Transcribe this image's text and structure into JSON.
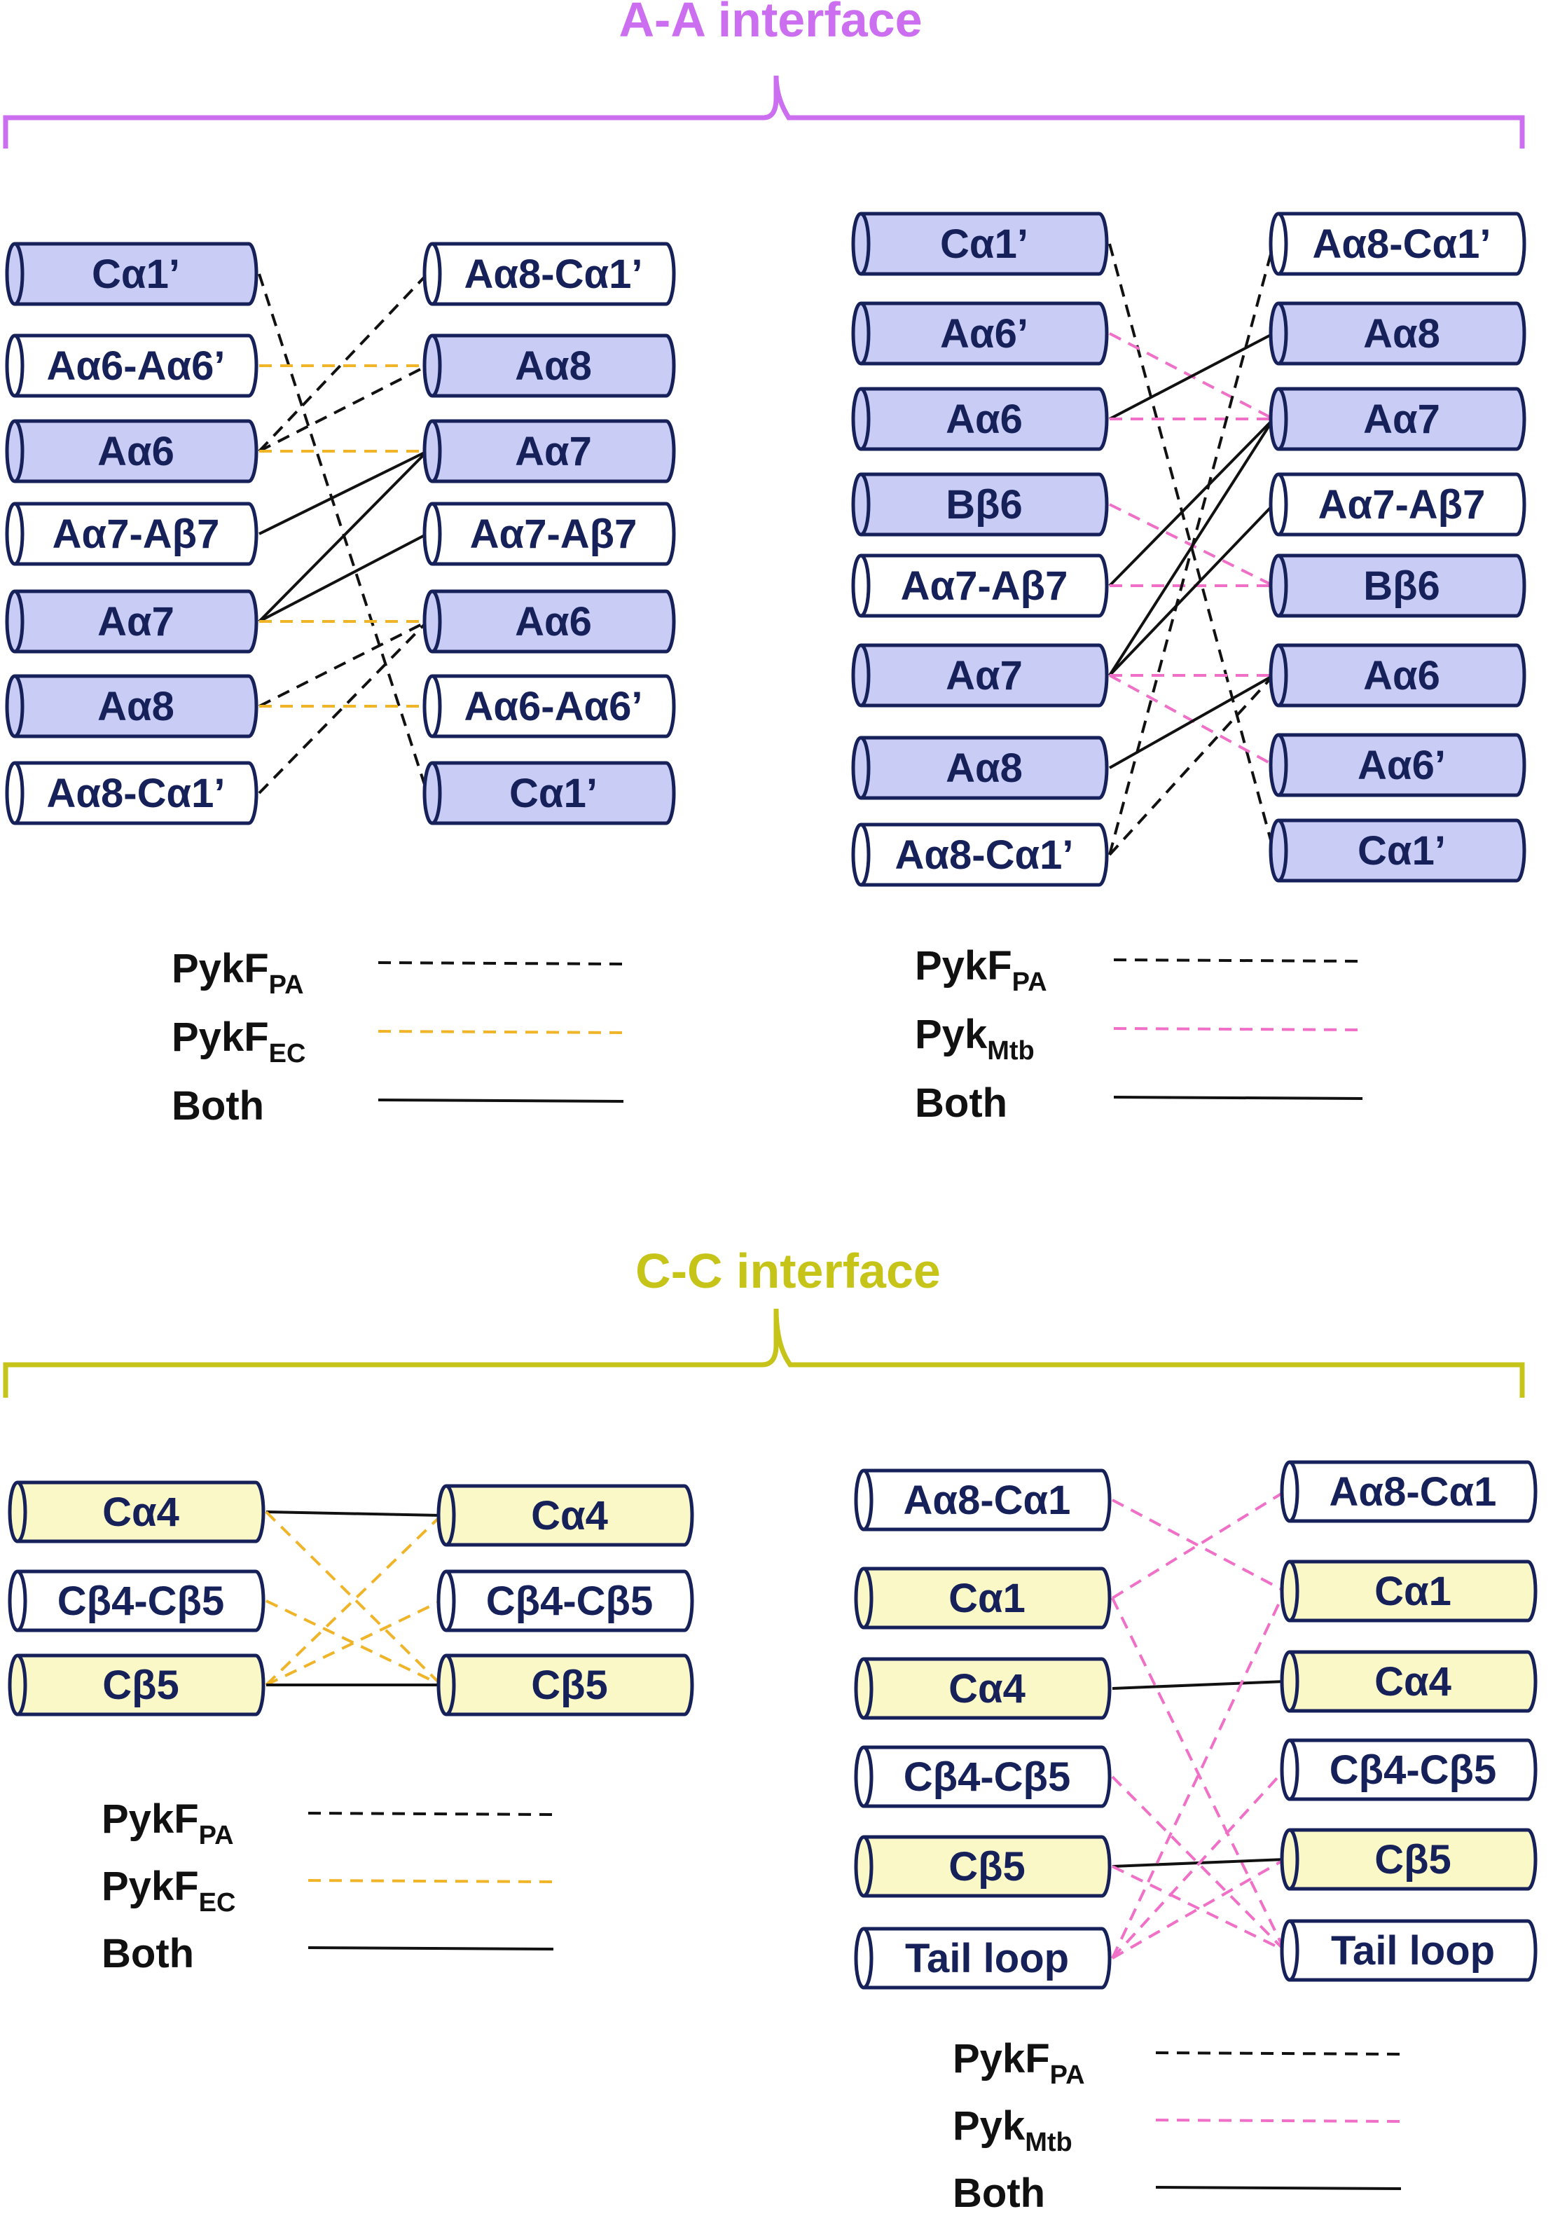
{
  "colors": {
    "navy": "#16215a",
    "aa_title": "#cc6ef0",
    "cc_title": "#c6c418",
    "fill_blue": "#c9ccf4",
    "fill_yellow": "#fbf8c8",
    "fill_white": "#ffffff",
    "line_black": "#111111",
    "line_orange": "#f0b429",
    "line_pink": "#f070c8"
  },
  "sections": {
    "aa": {
      "title": "A-A interface"
    },
    "cc": {
      "title": "C-C interface"
    }
  },
  "panels": [
    {
      "id": "aa-left",
      "left": [
        {
          "label": "Cα1’",
          "fill": "blue"
        },
        {
          "label": "Aα6-Aα6’",
          "fill": "white"
        },
        {
          "label": "Aα6",
          "fill": "blue"
        },
        {
          "label": "Aα7-Aβ7",
          "fill": "white"
        },
        {
          "label": "Aα7",
          "fill": "blue"
        },
        {
          "label": "Aα8",
          "fill": "blue"
        },
        {
          "label": "Aα8-Cα1’",
          "fill": "white"
        }
      ],
      "right": [
        {
          "label": "Aα8-Cα1’",
          "fill": "white"
        },
        {
          "label": "Aα8",
          "fill": "blue"
        },
        {
          "label": "Aα7",
          "fill": "blue"
        },
        {
          "label": "Aα7-Aβ7",
          "fill": "white"
        },
        {
          "label": "Aα6",
          "fill": "blue"
        },
        {
          "label": "Aα6-Aα6’",
          "fill": "white"
        },
        {
          "label": "Cα1’",
          "fill": "blue"
        }
      ],
      "links": [
        {
          "from": "Cα1’",
          "to": "Cα1’",
          "type": "black"
        },
        {
          "from": "Aα6-Aα6’",
          "to": "Aα8",
          "type": "orange"
        },
        {
          "from": "Aα6",
          "to": "Aα8-Cα1’",
          "type": "black"
        },
        {
          "from": "Aα6",
          "to": "Aα8",
          "type": "black"
        },
        {
          "from": "Aα6",
          "to": "Aα7",
          "type": "orange"
        },
        {
          "from": "Aα7-Aβ7",
          "to": "Aα7",
          "type": "both"
        },
        {
          "from": "Aα7",
          "to": "Aα7",
          "type": "both"
        },
        {
          "from": "Aα7",
          "to": "Aα7-Aβ7",
          "type": "both"
        },
        {
          "from": "Aα7",
          "to": "Aα6",
          "type": "orange"
        },
        {
          "from": "Aα8",
          "to": "Aα6",
          "type": "black"
        },
        {
          "from": "Aα8",
          "to": "Aα6-Aα6’",
          "type": "orange"
        },
        {
          "from": "Aα8-Cα1’",
          "to": "Aα6",
          "type": "black"
        }
      ],
      "legend": [
        {
          "name": "PykF",
          "sub": "PA",
          "type": "black"
        },
        {
          "name": "PykF",
          "sub": "EC",
          "type": "orange"
        },
        {
          "name": "Both",
          "sub": "",
          "type": "both"
        }
      ]
    },
    {
      "id": "aa-right",
      "left": [
        {
          "label": "Cα1’",
          "fill": "blue"
        },
        {
          "label": "Aα6’",
          "fill": "blue"
        },
        {
          "label": "Aα6",
          "fill": "blue"
        },
        {
          "label": "Bβ6",
          "fill": "blue"
        },
        {
          "label": "Aα7-Aβ7",
          "fill": "white"
        },
        {
          "label": "Aα7",
          "fill": "blue"
        },
        {
          "label": "Aα8",
          "fill": "blue"
        },
        {
          "label": "Aα8-Cα1’",
          "fill": "white"
        }
      ],
      "right": [
        {
          "label": "Aα8-Cα1’",
          "fill": "white"
        },
        {
          "label": "Aα8",
          "fill": "blue"
        },
        {
          "label": "Aα7",
          "fill": "blue"
        },
        {
          "label": "Aα7-Aβ7",
          "fill": "white"
        },
        {
          "label": "Bβ6",
          "fill": "blue"
        },
        {
          "label": "Aα6",
          "fill": "blue"
        },
        {
          "label": "Aα6’",
          "fill": "blue"
        },
        {
          "label": "Cα1’",
          "fill": "blue"
        }
      ],
      "links": [
        {
          "from": "Cα1’",
          "to": "Cα1’",
          "type": "black"
        },
        {
          "from": "Aα6’",
          "to": "Aα7",
          "type": "pink"
        },
        {
          "from": "Aα6",
          "to": "Aα8",
          "type": "both"
        },
        {
          "from": "Aα6",
          "to": "Aα7",
          "type": "pink"
        },
        {
          "from": "Bβ6",
          "to": "Bβ6",
          "type": "pink"
        },
        {
          "from": "Aα7-Aβ7",
          "to": "Aα7",
          "type": "both"
        },
        {
          "from": "Aα7-Aβ7",
          "to": "Bβ6",
          "type": "pink"
        },
        {
          "from": "Aα7",
          "to": "Aα7",
          "type": "both"
        },
        {
          "from": "Aα7",
          "to": "Aα7-Aβ7",
          "type": "both"
        },
        {
          "from": "Aα7",
          "to": "Aα6",
          "type": "pink"
        },
        {
          "from": "Aα7",
          "to": "Aα6’",
          "type": "pink"
        },
        {
          "from": "Aα8",
          "to": "Aα6",
          "type": "both"
        },
        {
          "from": "Aα8-Cα1’",
          "to": "Aα6",
          "type": "black"
        },
        {
          "from": "Aα8-Cα1’",
          "to": "Aα8-Cα1’",
          "type": "black"
        }
      ],
      "legend": [
        {
          "name": "PykF",
          "sub": "PA",
          "type": "black"
        },
        {
          "name": "Pyk",
          "sub": "Mtb",
          "type": "pink"
        },
        {
          "name": "Both",
          "sub": "",
          "type": "both"
        }
      ]
    },
    {
      "id": "cc-left",
      "left": [
        {
          "label": "Cα4",
          "fill": "yellow"
        },
        {
          "label": "Cβ4-Cβ5",
          "fill": "white"
        },
        {
          "label": "Cβ5",
          "fill": "yellow"
        }
      ],
      "right": [
        {
          "label": "Cα4",
          "fill": "yellow"
        },
        {
          "label": "Cβ4-Cβ5",
          "fill": "white"
        },
        {
          "label": "Cβ5",
          "fill": "yellow"
        }
      ],
      "links": [
        {
          "from": "Cα4",
          "to": "Cα4",
          "type": "both"
        },
        {
          "from": "Cα4",
          "to": "Cβ5",
          "type": "orange"
        },
        {
          "from": "Cβ4-Cβ5",
          "to": "Cβ5",
          "type": "orange"
        },
        {
          "from": "Cβ5",
          "to": "Cα4",
          "type": "orange"
        },
        {
          "from": "Cβ5",
          "to": "Cβ4-Cβ5",
          "type": "orange"
        },
        {
          "from": "Cβ5",
          "to": "Cβ5",
          "type": "both"
        }
      ],
      "legend": [
        {
          "name": "PykF",
          "sub": "PA",
          "type": "black"
        },
        {
          "name": "PykF",
          "sub": "EC",
          "type": "orange"
        },
        {
          "name": "Both",
          "sub": "",
          "type": "both"
        }
      ]
    },
    {
      "id": "cc-right",
      "left": [
        {
          "label": "Aα8-Cα1",
          "fill": "white"
        },
        {
          "label": "Cα1",
          "fill": "yellow"
        },
        {
          "label": "Cα4",
          "fill": "yellow"
        },
        {
          "label": "Cβ4-Cβ5",
          "fill": "white"
        },
        {
          "label": "Cβ5",
          "fill": "yellow"
        },
        {
          "label": "Tail loop",
          "fill": "white"
        }
      ],
      "right": [
        {
          "label": "Aα8-Cα1",
          "fill": "white"
        },
        {
          "label": "Cα1",
          "fill": "yellow"
        },
        {
          "label": "Cα4",
          "fill": "yellow"
        },
        {
          "label": "Cβ4-Cβ5",
          "fill": "white"
        },
        {
          "label": "Cβ5",
          "fill": "yellow"
        },
        {
          "label": "Tail loop",
          "fill": "white"
        }
      ],
      "links": [
        {
          "from": "Aα8-Cα1",
          "to": "Cα1",
          "type": "pink"
        },
        {
          "from": "Cα1",
          "to": "Aα8-Cα1",
          "type": "pink"
        },
        {
          "from": "Cα1",
          "to": "Tail loop",
          "type": "pink"
        },
        {
          "from": "Cα4",
          "to": "Cα4",
          "type": "both"
        },
        {
          "from": "Cβ4-Cβ5",
          "to": "Tail loop",
          "type": "pink"
        },
        {
          "from": "Cβ5",
          "to": "Cβ5",
          "type": "both"
        },
        {
          "from": "Cβ5",
          "to": "Tail loop",
          "type": "pink"
        },
        {
          "from": "Tail loop",
          "to": "Cα1",
          "type": "pink"
        },
        {
          "from": "Tail loop",
          "to": "Cβ4-Cβ5",
          "type": "pink"
        },
        {
          "from": "Tail loop",
          "to": "Cβ5",
          "type": "pink"
        }
      ],
      "legend": [
        {
          "name": "PykF",
          "sub": "PA",
          "type": "black"
        },
        {
          "name": "Pyk",
          "sub": "Mtb",
          "type": "pink"
        },
        {
          "name": "Both",
          "sub": "",
          "type": "both"
        }
      ]
    }
  ]
}
